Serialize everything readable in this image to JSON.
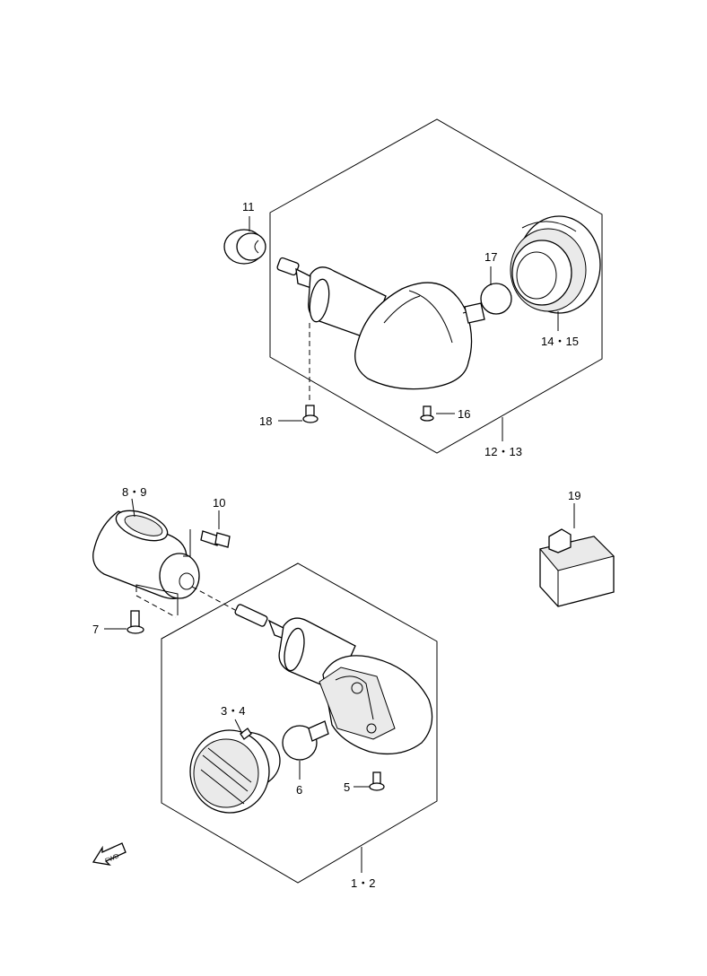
{
  "callouts": {
    "c11": "11",
    "c17": "17",
    "c14_15": "14・15",
    "c16": "16",
    "c18": "18",
    "c12_13": "12・13",
    "c8_9": "8・9",
    "c10": "10",
    "c19": "19",
    "c7": "7",
    "c3_4": "3・4",
    "c6": "6",
    "c5": "5",
    "c1_2": "1・2"
  },
  "fwd_label": "FWD",
  "icons": {
    "fwd_arrow": "fwd-arrow-icon"
  }
}
